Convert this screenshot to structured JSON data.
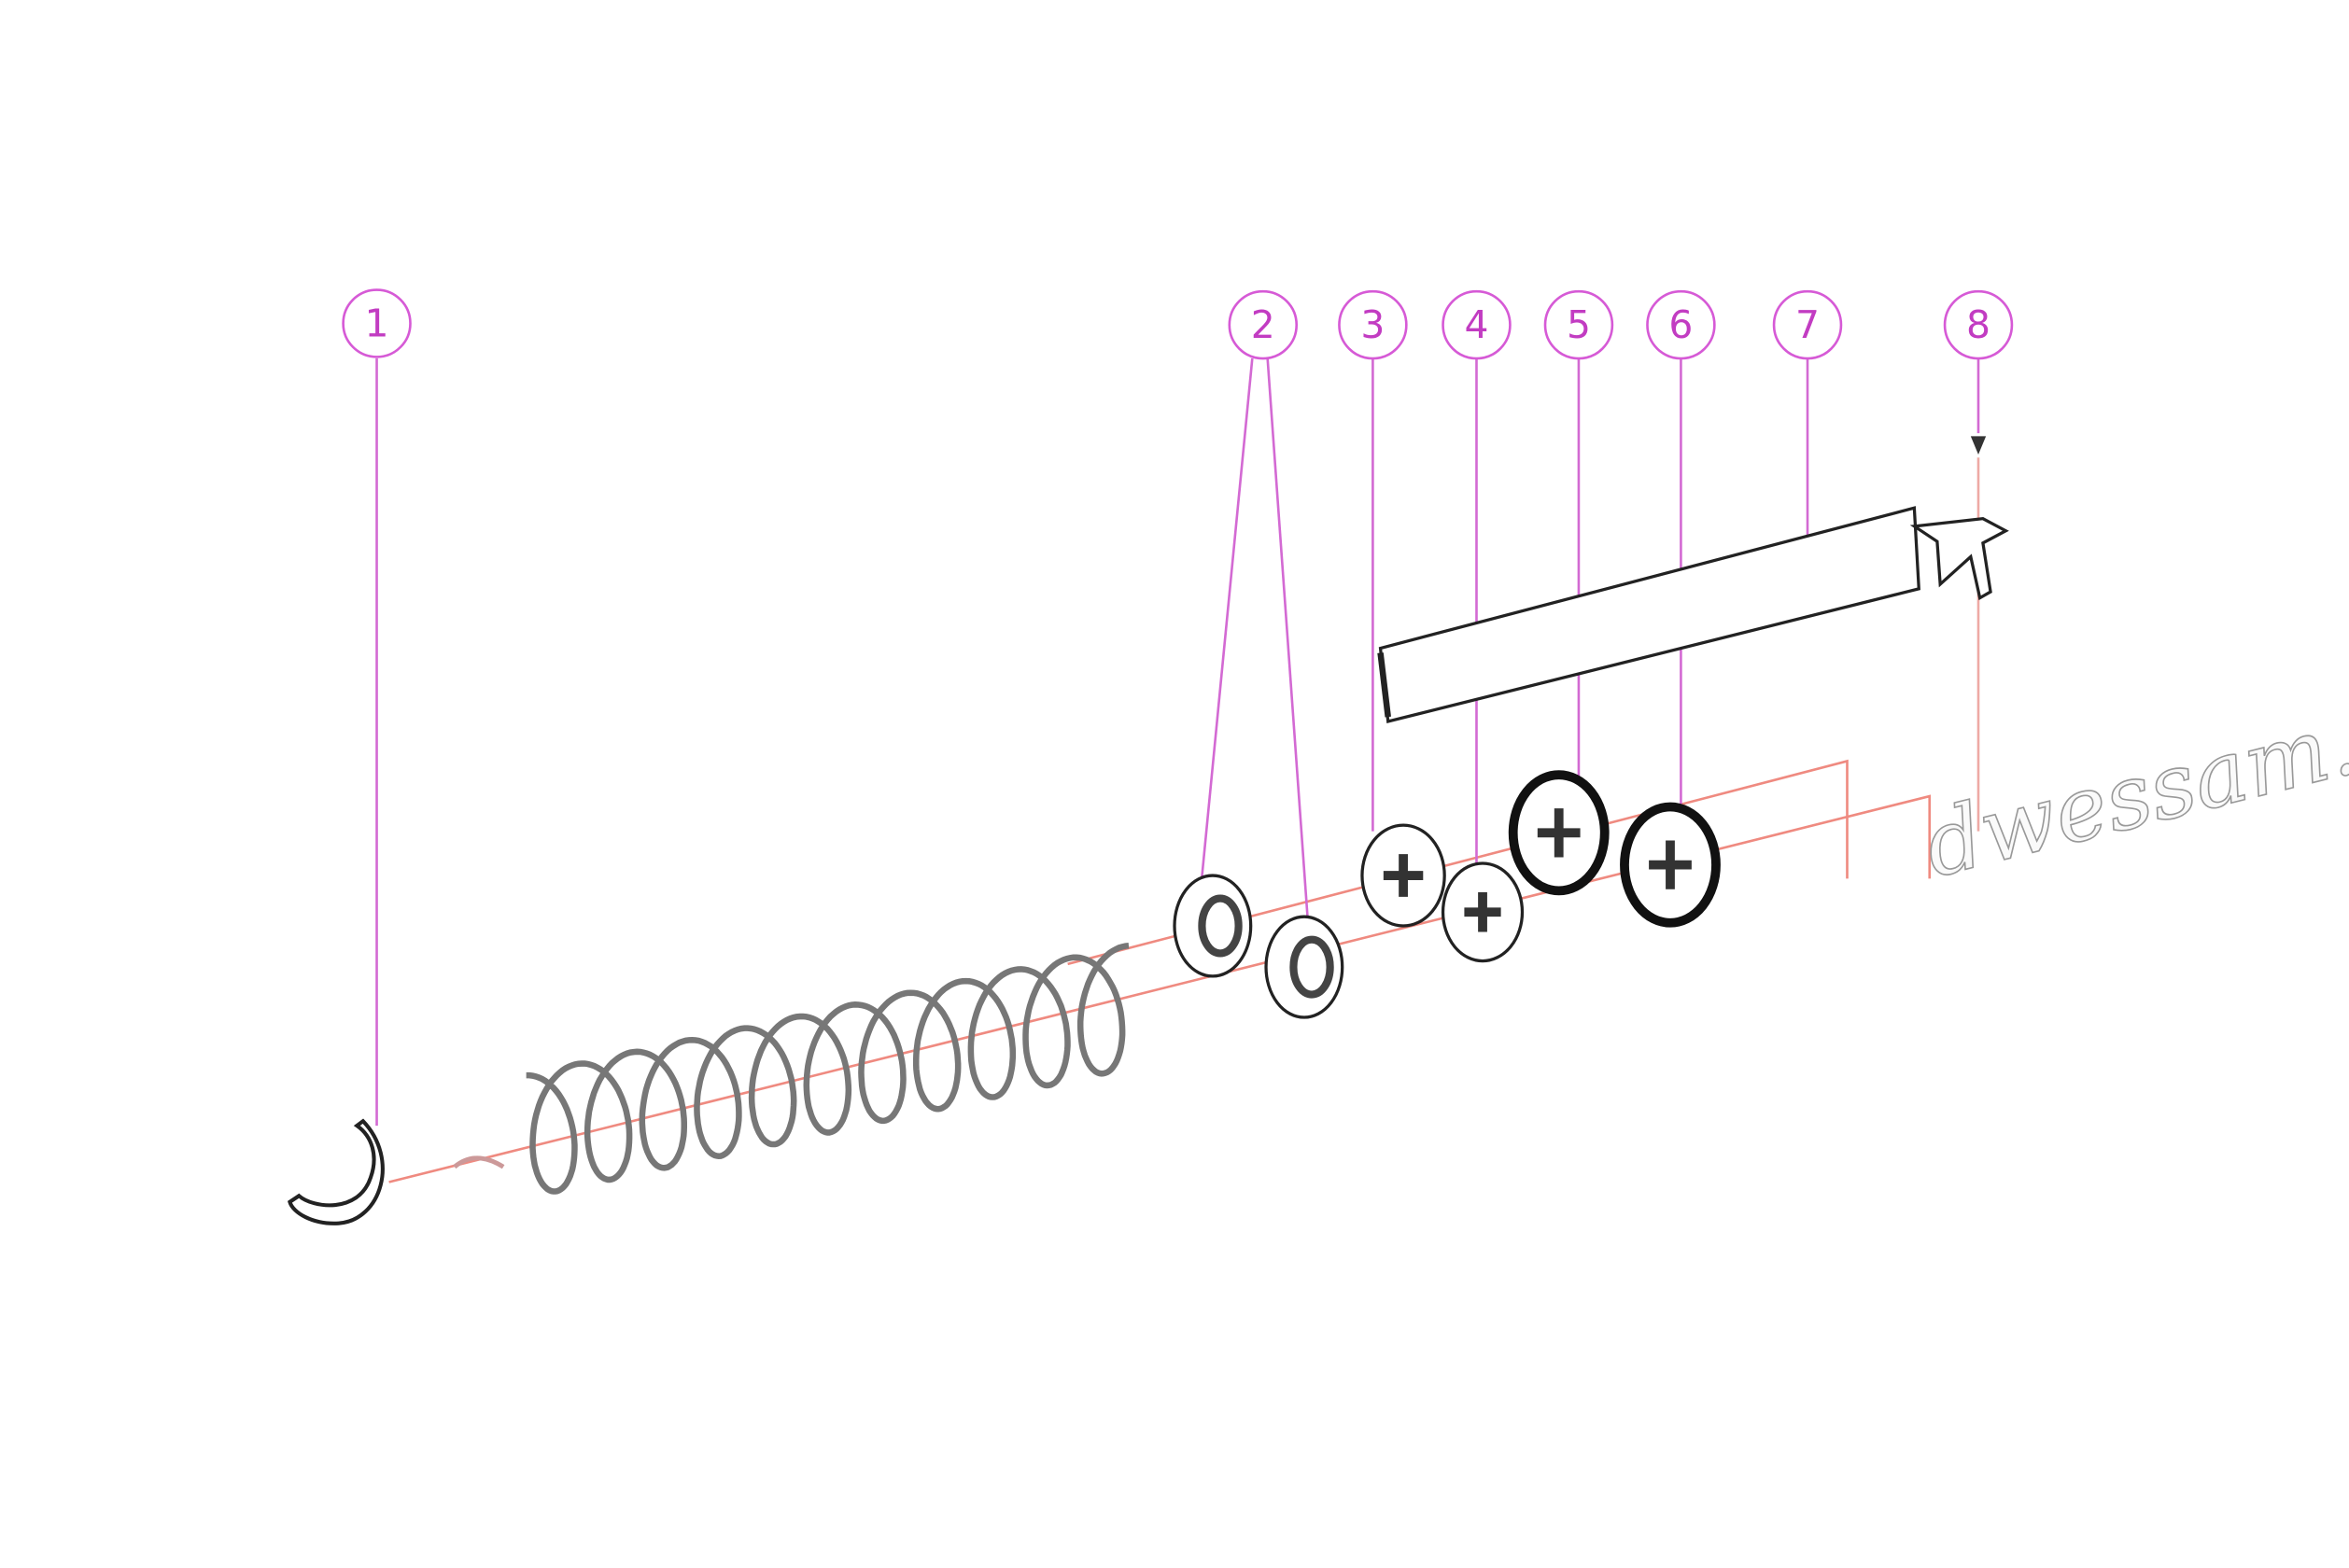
{
  "diagram": {
    "type": "exploded-parts-view",
    "callouts": [
      {
        "id": "1",
        "label": "1"
      },
      {
        "id": "2",
        "label": "2"
      },
      {
        "id": "3",
        "label": "3"
      },
      {
        "id": "4",
        "label": "4"
      },
      {
        "id": "5",
        "label": "5"
      },
      {
        "id": "6",
        "label": "6"
      },
      {
        "id": "7",
        "label": "7"
      },
      {
        "id": "8",
        "label": "8"
      }
    ],
    "watermark": "dwessam.de",
    "colors": {
      "callout": "#c23cc2",
      "leader": "#d36ad3",
      "axis": "#ef8a80",
      "part": "#222222"
    }
  }
}
